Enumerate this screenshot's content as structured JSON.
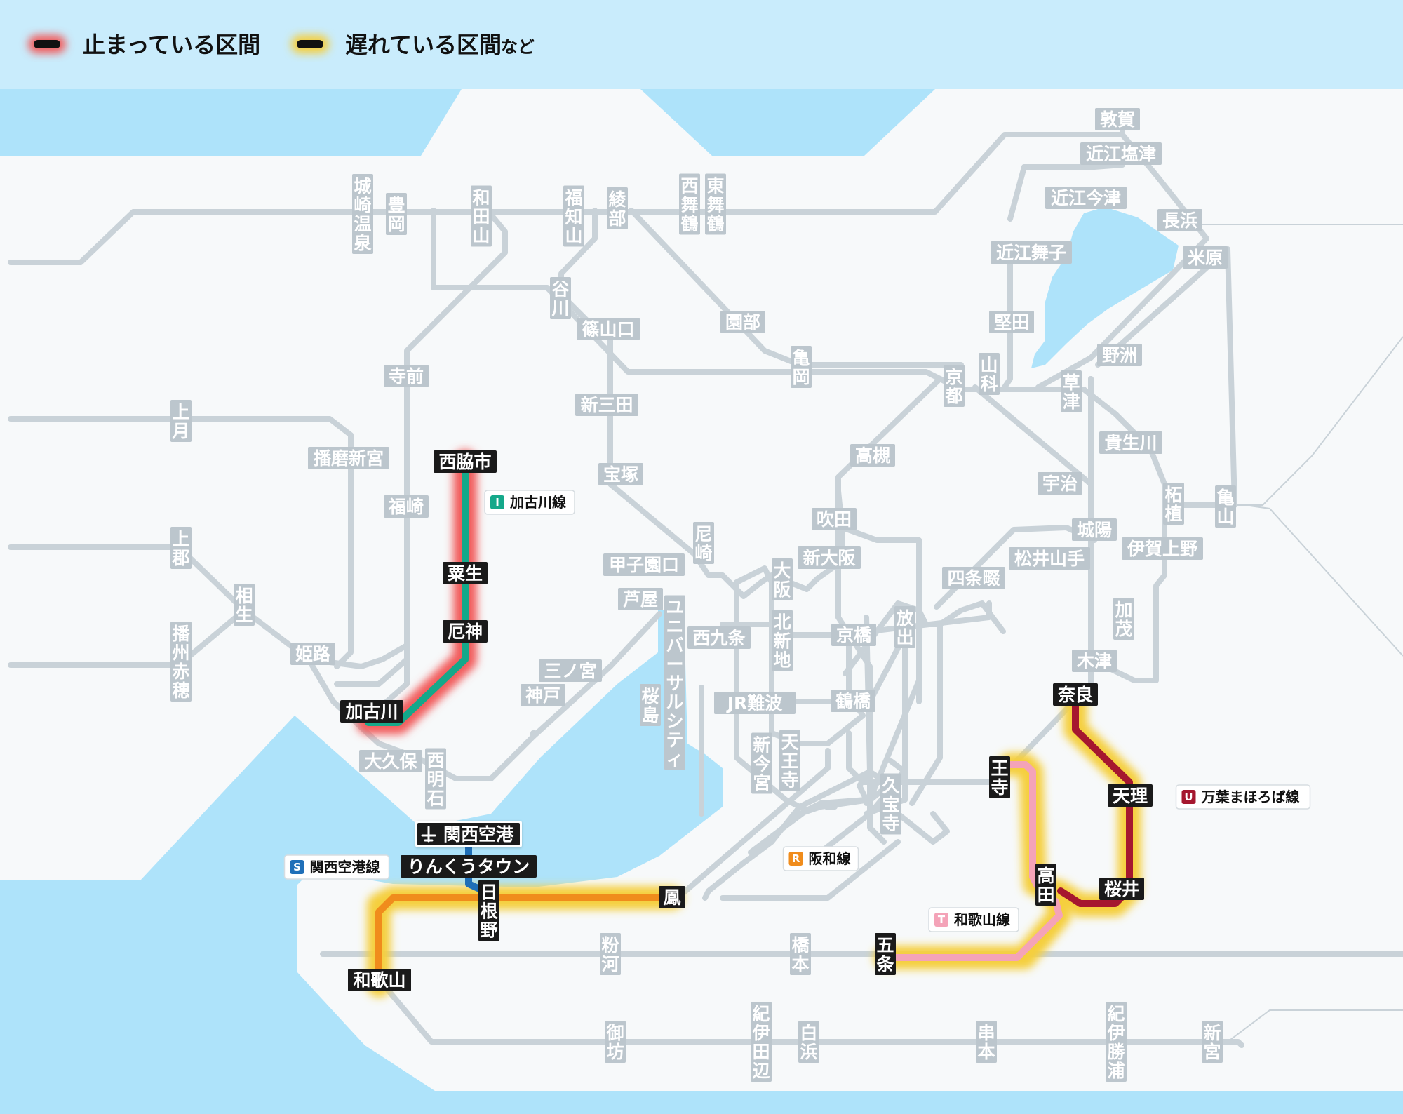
{
  "legend": {
    "stopped_label": "止まっている区間",
    "delayed_label": "遅れている区間",
    "delayed_suffix": "など"
  },
  "colors": {
    "sea": "#aee3fa",
    "land": "#f7f9fa",
    "header_bg": "#c9ecfc",
    "line_gray": "#c9d2d8",
    "stopped_glow": "#f25b5b",
    "delayed_glow": "#f5cf3c",
    "kakogawa": "#14a88a",
    "kansai_airport": "#1f6fb8",
    "hanwa": "#f08c1c",
    "wakayama": "#f4a3b8",
    "manyo": "#a5172f",
    "label_dark_bg": "#1a1a1a",
    "label_gray_bg": "#bcc6cd"
  },
  "line_badges": [
    {
      "id": "kakogawa",
      "letter": "I",
      "name": "加古川線",
      "color": "#14a88a"
    },
    {
      "id": "kansai-airport",
      "letter": "S",
      "name": "関西空港線",
      "color": "#1f6fb8"
    },
    {
      "id": "hanwa",
      "letter": "R",
      "name": "阪和線",
      "color": "#f08c1c"
    },
    {
      "id": "wakayama",
      "letter": "T",
      "name": "和歌山線",
      "color": "#f4a3b8"
    },
    {
      "id": "manyo-mahoroba",
      "letter": "U",
      "name": "万葉まほろば線",
      "color": "#a5172f"
    }
  ],
  "stations_affected": [
    {
      "name": "西脇市",
      "airport": false,
      "vertical": false
    },
    {
      "name": "粟生",
      "airport": false,
      "vertical": false
    },
    {
      "name": "厄神",
      "airport": false,
      "vertical": false
    },
    {
      "name": "加古川",
      "airport": false,
      "vertical": false
    },
    {
      "name": "関西空港",
      "airport": true,
      "vertical": false
    },
    {
      "name": "りんくうタウン",
      "airport": false,
      "vertical": false
    },
    {
      "name": "日根野",
      "airport": false,
      "vertical": true
    },
    {
      "name": "鳳",
      "airport": false,
      "vertical": false
    },
    {
      "name": "和歌山",
      "airport": false,
      "vertical": false
    },
    {
      "name": "五条",
      "airport": false,
      "vertical": true
    },
    {
      "name": "高田",
      "airport": false,
      "vertical": true
    },
    {
      "name": "王寺",
      "airport": false,
      "vertical": true
    },
    {
      "name": "桜井",
      "airport": false,
      "vertical": false
    },
    {
      "name": "天理",
      "airport": false,
      "vertical": false
    },
    {
      "name": "奈良",
      "airport": false,
      "vertical": false
    }
  ],
  "stations_normal": [
    {
      "name": "敦賀",
      "vertical": false
    },
    {
      "name": "近江塩津",
      "vertical": false
    },
    {
      "name": "近江今津",
      "vertical": false
    },
    {
      "name": "長浜",
      "vertical": false
    },
    {
      "name": "近江舞子",
      "vertical": false
    },
    {
      "name": "米原",
      "vertical": false
    },
    {
      "name": "堅田",
      "vertical": false
    },
    {
      "name": "野洲",
      "vertical": false
    },
    {
      "name": "山科",
      "vertical": true
    },
    {
      "name": "京都",
      "vertical": true
    },
    {
      "name": "草津",
      "vertical": true
    },
    {
      "name": "貴生川",
      "vertical": false
    },
    {
      "name": "宇治",
      "vertical": false
    },
    {
      "name": "柘植",
      "vertical": true
    },
    {
      "name": "亀山",
      "vertical": true
    },
    {
      "name": "城陽",
      "vertical": false
    },
    {
      "name": "伊賀上野",
      "vertical": false
    },
    {
      "name": "松井山手",
      "vertical": false
    },
    {
      "name": "加茂",
      "vertical": true
    },
    {
      "name": "木津",
      "vertical": false
    },
    {
      "name": "城崎温泉",
      "vertical": true
    },
    {
      "name": "豊岡",
      "vertical": true
    },
    {
      "name": "和田山",
      "vertical": true
    },
    {
      "name": "福知山",
      "vertical": true
    },
    {
      "name": "綾部",
      "vertical": true
    },
    {
      "name": "西舞鶴",
      "vertical": true
    },
    {
      "name": "東舞鶴",
      "vertical": true
    },
    {
      "name": "谷川",
      "vertical": true
    },
    {
      "name": "篠山口",
      "vertical": false
    },
    {
      "name": "園部",
      "vertical": false
    },
    {
      "name": "亀岡",
      "vertical": true
    },
    {
      "name": "新三田",
      "vertical": false
    },
    {
      "name": "宝塚",
      "vertical": false
    },
    {
      "name": "高槻",
      "vertical": false
    },
    {
      "name": "吹田",
      "vertical": false
    },
    {
      "name": "新大阪",
      "vertical": false
    },
    {
      "name": "尼崎",
      "vertical": true
    },
    {
      "name": "甲子園口",
      "vertical": false
    },
    {
      "name": "芦屋",
      "vertical": false
    },
    {
      "name": "大阪",
      "vertical": true
    },
    {
      "name": "北新地",
      "vertical": true
    },
    {
      "name": "西九条",
      "vertical": false
    },
    {
      "name": "京橋",
      "vertical": false
    },
    {
      "name": "放出",
      "vertical": true
    },
    {
      "name": "四条畷",
      "vertical": false
    },
    {
      "name": "ユニバーサルシティ",
      "vertical": true
    },
    {
      "name": "桜島",
      "vertical": true
    },
    {
      "name": "三ノ宮",
      "vertical": false
    },
    {
      "name": "神戸",
      "vertical": false
    },
    {
      "name": "JR難波",
      "vertical": false
    },
    {
      "name": "鶴橋",
      "vertical": false
    },
    {
      "name": "新今宮",
      "vertical": true
    },
    {
      "name": "天王寺",
      "vertical": true
    },
    {
      "name": "久宝寺",
      "vertical": true
    },
    {
      "name": "寺前",
      "vertical": false
    },
    {
      "name": "上月",
      "vertical": true
    },
    {
      "name": "播磨新宮",
      "vertical": false
    },
    {
      "name": "福崎",
      "vertical": false
    },
    {
      "name": "上郡",
      "vertical": true
    },
    {
      "name": "相生",
      "vertical": true
    },
    {
      "name": "播州赤穂",
      "vertical": true
    },
    {
      "name": "姫路",
      "vertical": false
    },
    {
      "name": "大久保",
      "vertical": false
    },
    {
      "name": "西明石",
      "vertical": true
    },
    {
      "name": "粉河",
      "vertical": true
    },
    {
      "name": "橋本",
      "vertical": true
    },
    {
      "name": "御坊",
      "vertical": true
    },
    {
      "name": "紀伊田辺",
      "vertical": true
    },
    {
      "name": "白浜",
      "vertical": true
    },
    {
      "name": "串本",
      "vertical": true
    },
    {
      "name": "紀伊勝浦",
      "vertical": true
    },
    {
      "name": "新宮",
      "vertical": true
    }
  ]
}
